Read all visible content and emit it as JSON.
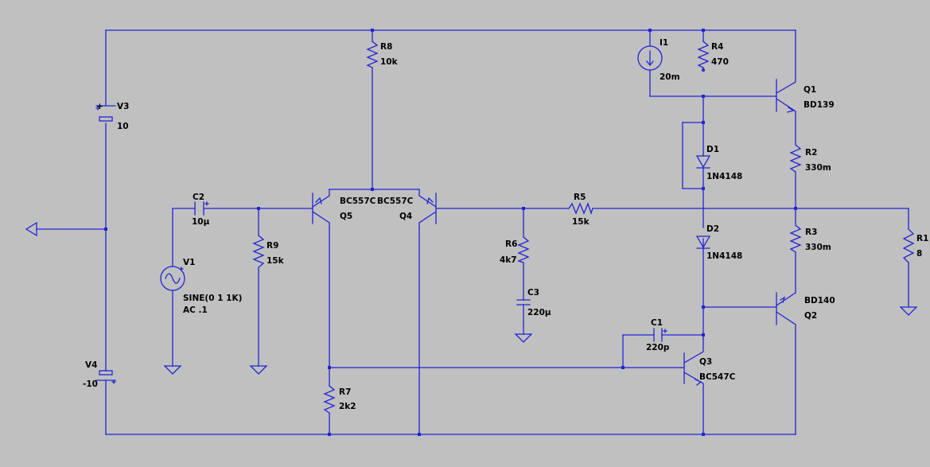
{
  "colors": {
    "background": "#c0c0c0",
    "wire": "#2323d6",
    "text": "#000000"
  },
  "components": {
    "V3": {
      "ref": "V3",
      "value": "10"
    },
    "V4": {
      "ref": "V4",
      "value": "-10"
    },
    "V1": {
      "ref": "V1",
      "value": "SINE(0 1 1K)",
      "value2": "AC .1"
    },
    "C2": {
      "ref": "C2",
      "value": "10µ"
    },
    "R9": {
      "ref": "R9",
      "value": "15k"
    },
    "R8": {
      "ref": "R8",
      "value": "10k"
    },
    "R7": {
      "ref": "R7",
      "value": "2k2"
    },
    "Q5": {
      "ref": "Q5",
      "value": "BC557C"
    },
    "Q4": {
      "ref": "Q4",
      "value": "BC557C"
    },
    "R6": {
      "ref": "R6",
      "value": "4k7"
    },
    "C3": {
      "ref": "C3",
      "value": "220µ"
    },
    "R5": {
      "ref": "R5",
      "value": "15k"
    },
    "I1": {
      "ref": "I1",
      "value": "20m"
    },
    "R4": {
      "ref": "R4",
      "value": "470"
    },
    "Q1": {
      "ref": "Q1",
      "value": "BD139"
    },
    "D1": {
      "ref": "D1",
      "value": "1N4148"
    },
    "D2": {
      "ref": "D2",
      "value": "1N4148"
    },
    "R2": {
      "ref": "R2",
      "value": "330m"
    },
    "R3": {
      "ref": "R3",
      "value": "330m"
    },
    "R1": {
      "ref": "R1",
      "value": "8"
    },
    "Q2": {
      "ref": "Q2",
      "value": "BD140"
    },
    "C1": {
      "ref": "C1",
      "value": "220p"
    },
    "Q3": {
      "ref": "Q3",
      "value": "BC547C"
    }
  }
}
